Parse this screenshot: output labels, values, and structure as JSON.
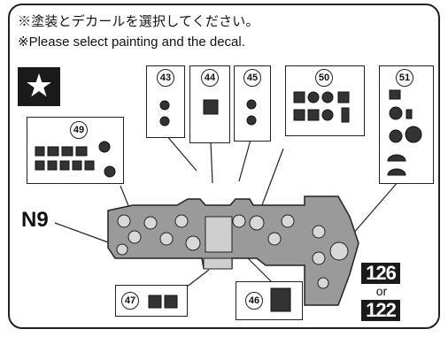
{
  "instructions": {
    "japanese": "※塗装とデカールを選択してください。",
    "english": "※Please select painting and the decal."
  },
  "star_icon": "★",
  "part_label": "N9",
  "callout_numbers": {
    "c43": "43",
    "c44": "44",
    "c45": "45",
    "c49": "49",
    "c50": "50",
    "c51": "51",
    "c47": "47",
    "c46": "46"
  },
  "versions": {
    "a": "126",
    "or": "or",
    "b": "122"
  },
  "colors": {
    "panel_fill": "#9a9a9a",
    "outline": "#222222",
    "decal_dark": "#333333",
    "background": "#ffffff"
  }
}
